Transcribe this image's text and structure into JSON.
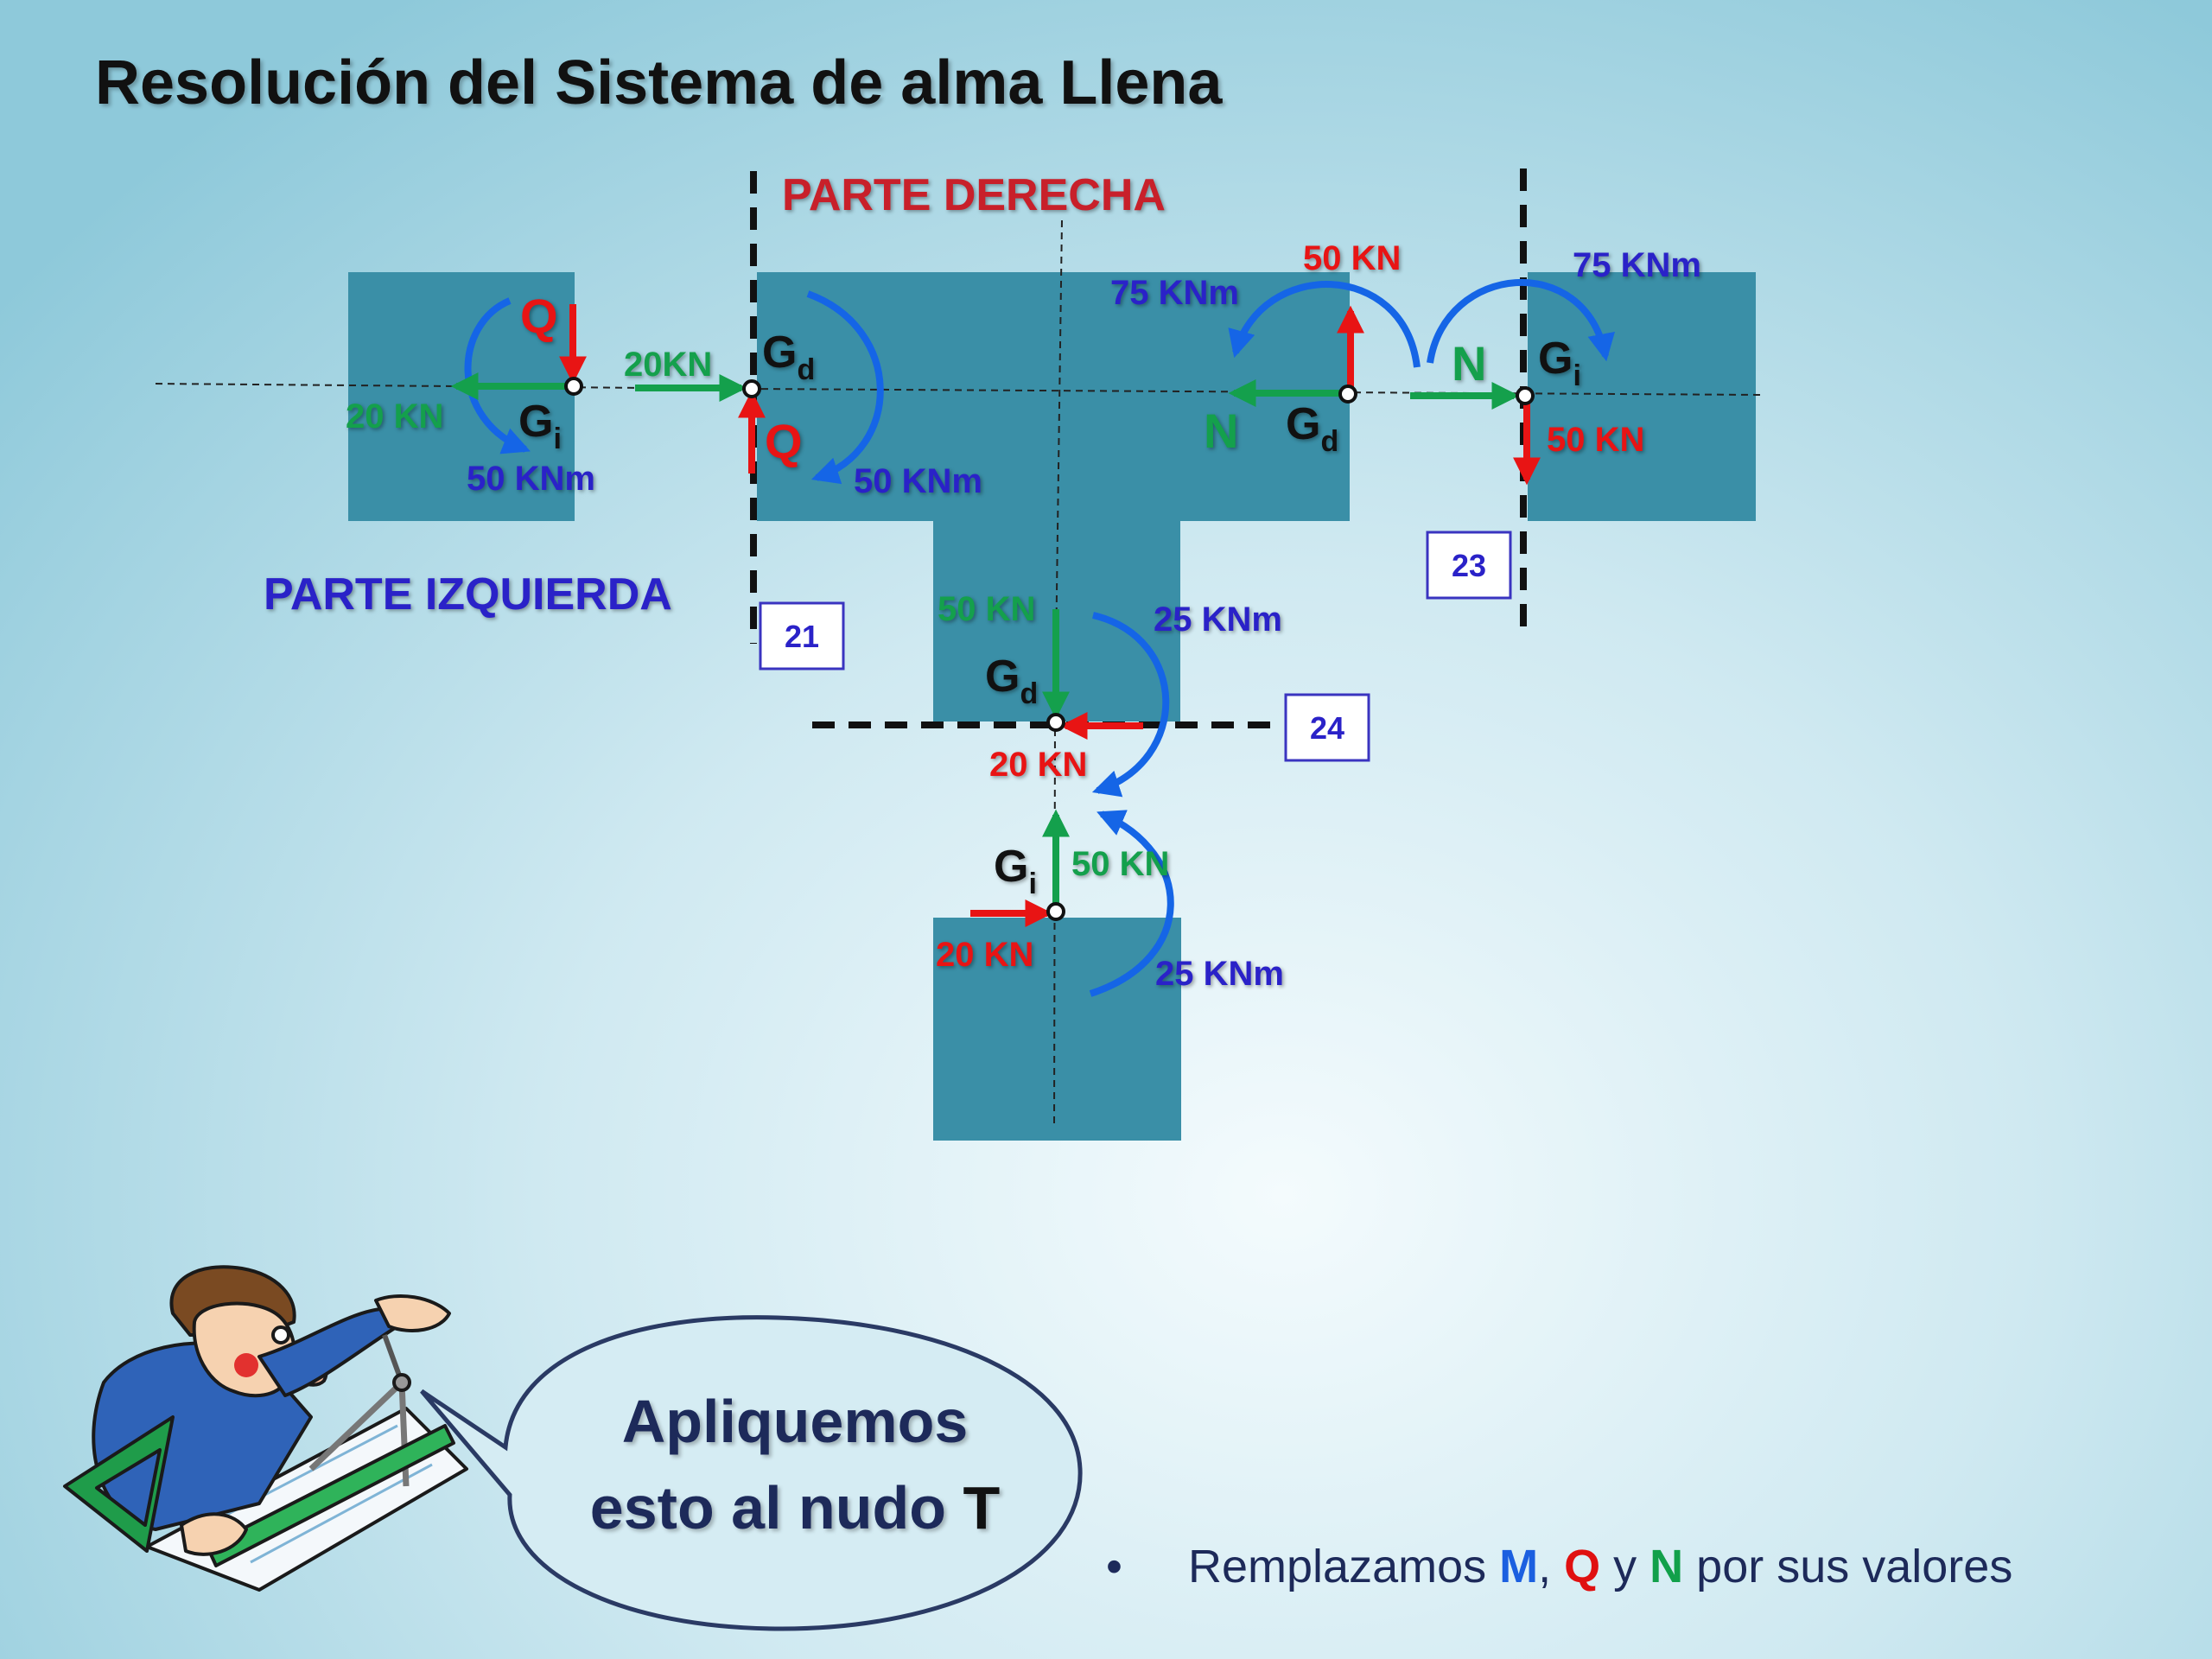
{
  "slide": {
    "title": "Resolución del Sistema de alma Llena"
  },
  "diagram": {
    "left_part": {
      "caption": "PARTE IZQUIERDA",
      "shear_label": "Q",
      "normal_value": "20 KN",
      "moment_value": "50 KNm",
      "centroid_main": "G",
      "centroid_sub": "i"
    },
    "right_part": {
      "caption": "PARTE DERECHA",
      "left_cut": {
        "normal_value": "20KN",
        "shear_label": "Q",
        "moment_value": "50 KNm",
        "centroid_main": "G",
        "centroid_sub": "d"
      },
      "right_cut": {
        "shear_value": "50 KN",
        "moment_value": "75 KNm",
        "normal_label": "N",
        "centroid_main": "G",
        "centroid_sub": "d"
      },
      "bottom_cut": {
        "normal_value": "50 KN",
        "moment_value": "25 KNm",
        "shear_value": "20 KN",
        "centroid_main": "G",
        "centroid_sub": "d"
      }
    },
    "top_right_part": {
      "moment_value": "75 KNm",
      "normal_label": "N",
      "shear_value": "50 KN",
      "centroid_main": "G",
      "centroid_sub": "i"
    },
    "bottom_part": {
      "normal_value": "50 KN",
      "shear_value": "20 KN",
      "moment_value": "25 KNm",
      "centroid_main": "G",
      "centroid_sub": "i"
    },
    "section_boxes": [
      "21",
      "23",
      "24"
    ]
  },
  "speech_bubble": {
    "line1": "Apliquemos",
    "line2_prefix": "esto al nudo ",
    "line2_emph": "T"
  },
  "bullet": {
    "marker": "•",
    "prefix": "Remplazamos ",
    "m": "M",
    "sep1": ", ",
    "q": "Q",
    "sep2": " y ",
    "n": "N",
    "suffix": " por sus valores"
  },
  "colors": {
    "member": "#3a8fa7",
    "shear_red": "#e81414",
    "normal_green": "#14a04c",
    "moment_blue": "#1565e6",
    "moment_text": "#2a22c8",
    "caption_red": "#c8202a",
    "caption_blue": "#2a22c8",
    "bubble_fill": "#d5ecf3"
  },
  "icons": [
    "engineer-cartoon-icon",
    "compass-icon",
    "set-square-icon"
  ]
}
